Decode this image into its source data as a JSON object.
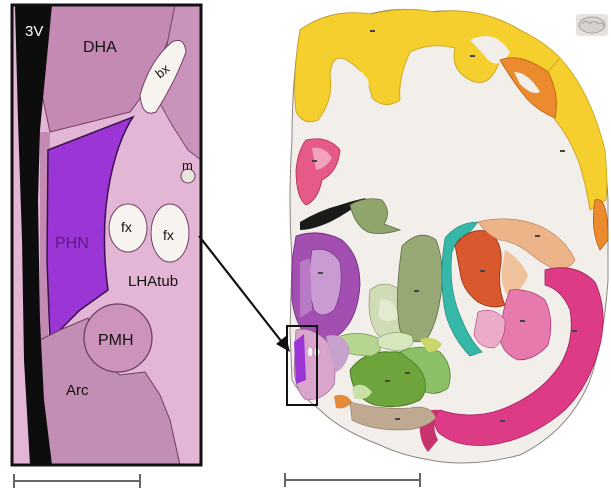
{
  "inset": {
    "labels": {
      "third_ventricle": "3V",
      "dha": "DHA",
      "bx": "bx",
      "m": "m",
      "phn": "PHN",
      "fx_1": "fx",
      "fx_2": "fx",
      "lhatub": "LHAtub",
      "pmh": "PMH",
      "arc": "Arc"
    }
  },
  "colors": {
    "background_tissue": "#f2eeea",
    "dha": "#c387b1",
    "phn": "#9b35d6",
    "lateral_hypothalamus": "#e2b4d5",
    "pmh": "#cc91b9",
    "arc": "#c28eb3",
    "ventricle": "#0d0d0d",
    "fibers": "#f7f4f0",
    "isocortex": "#f5cf2d",
    "cortex_orange": "#ec8a2e",
    "piriform": "#e0497f",
    "thalamus": "#7fb55a",
    "hippocampus": "#dd3b86",
    "striatum": "#a8b98d",
    "pallidum": "#9b4ea9"
  }
}
